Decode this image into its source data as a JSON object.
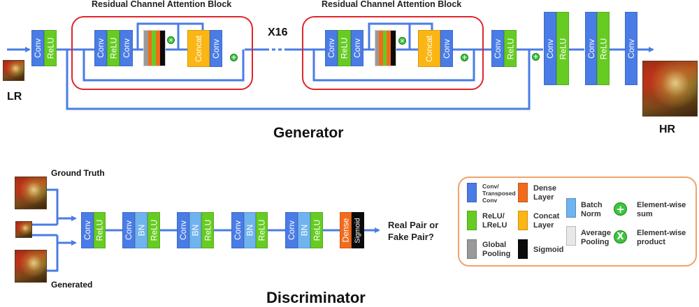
{
  "generator": {
    "title": "Generator",
    "input_label": "LR",
    "output_label": "HR",
    "repeat_label": "X16",
    "rcab_title": "Residual Channel Attention Block",
    "head": [
      "Conv",
      "ReLU"
    ],
    "rcab_body": [
      "Conv",
      "ReLU",
      "Conv"
    ],
    "rcab_tail": [
      "Concat",
      "Conv"
    ],
    "attention_stack": [
      "Global Pooling",
      "Dense Layer",
      "ReLU",
      "Dense Layer",
      "Sigmoid"
    ],
    "post_rcab": [
      "Conv",
      "ReLU"
    ],
    "upsample_1": [
      "Conv",
      "ReLU"
    ],
    "upsample_2": [
      "Conv",
      "ReLU"
    ],
    "final": [
      "Conv"
    ],
    "sum_symbol": "+",
    "product_symbol": "×"
  },
  "discriminator": {
    "title": "Discriminator",
    "input_top_label": "Ground Truth",
    "input_bottom_label": "Generated",
    "blocks": [
      [
        "Conv",
        "ReLU"
      ],
      [
        "Conv",
        "BN",
        "ReLU"
      ],
      [
        "Conv",
        "BN",
        "ReLU"
      ],
      [
        "Conv",
        "BN",
        "ReLU"
      ],
      [
        "Conv",
        "BN",
        "ReLU"
      ],
      [
        "Dense",
        "Sigmoid"
      ]
    ],
    "output_label": "Real Pair or\nFake Pair?"
  },
  "legend": {
    "items": [
      {
        "label": "Conv/\nTransposed\nConv",
        "color": "#4a7ce6"
      },
      {
        "label": "ReLU/\nLReLU",
        "color": "#66cc22"
      },
      {
        "label": "Global\nPooling",
        "color": "#9a9a9a"
      },
      {
        "label": "Dense\nLayer",
        "color": "#f26b1d"
      },
      {
        "label": "Concat\nLayer",
        "color": "#fbb614"
      },
      {
        "label": "Sigmoid",
        "color": "#0b0b0b"
      },
      {
        "label": "Batch\nNorm",
        "color": "#6fb3ef"
      },
      {
        "label": "Average\nPooling",
        "color": "#e8e8e8"
      },
      {
        "label": "Element-wise\nsum",
        "symbol": "+"
      },
      {
        "label": "Element-wise\nproduct",
        "symbol": "X"
      }
    ]
  },
  "colors": {
    "line": "#4a7ce6",
    "rcab_border": "#e0252b",
    "legend_border": "#f0a36a"
  }
}
